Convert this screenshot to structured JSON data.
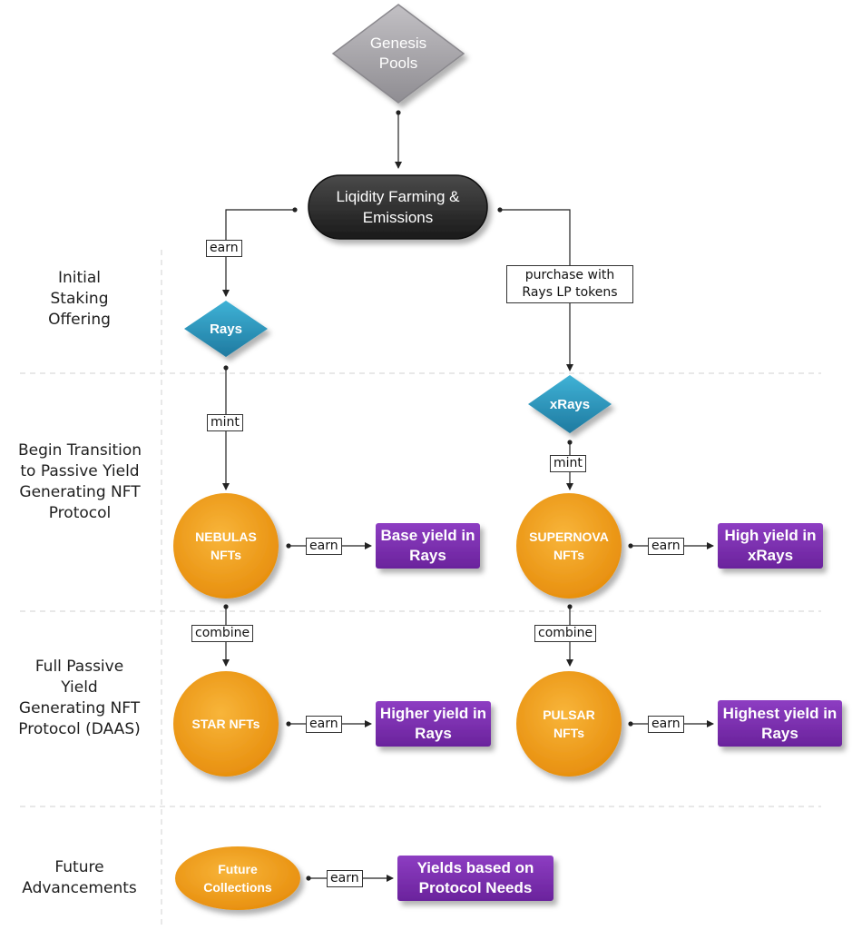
{
  "stages": {
    "initial": "Initial Staking Offering",
    "transition": "Begin Transition to Passive Yield Generating NFT Protocol",
    "full": "Full Passive Yield Generating NFT Protocol (DAAS)",
    "future": "Future Advancements"
  },
  "nodes": {
    "genesis": "Genesis Pools",
    "farming": "Liqidity Farming & Emissions",
    "rays": "Rays",
    "xrays": "xRays",
    "nebulas": "NEBULAS NFTs",
    "supernova": "SUPERNOVA NFTs",
    "star": "STAR NFTs",
    "pulsar": "PULSAR NFTs",
    "future_collections": "Future Collections",
    "base_yield": "Base yield in Rays",
    "high_yield": "High yield in xRays",
    "higher_yield": "Higher yield in Rays",
    "highest_yield": "Highest yield in Rays",
    "protocol_yields": "Yields based on Protocol Needs"
  },
  "edge_labels": {
    "earn": "earn",
    "purchase": "purchase with Rays LP tokens",
    "mint": "mint",
    "combine": "combine"
  },
  "colors": {
    "diamond_grey": "#a9a7ab",
    "pill_black": "#2a2a2a",
    "diamond_teal": "#2b93b8",
    "circle_orange": "#f3a01a",
    "box_purple": "#7b2fb0",
    "line": "#222222",
    "divider": "#cccccc"
  }
}
